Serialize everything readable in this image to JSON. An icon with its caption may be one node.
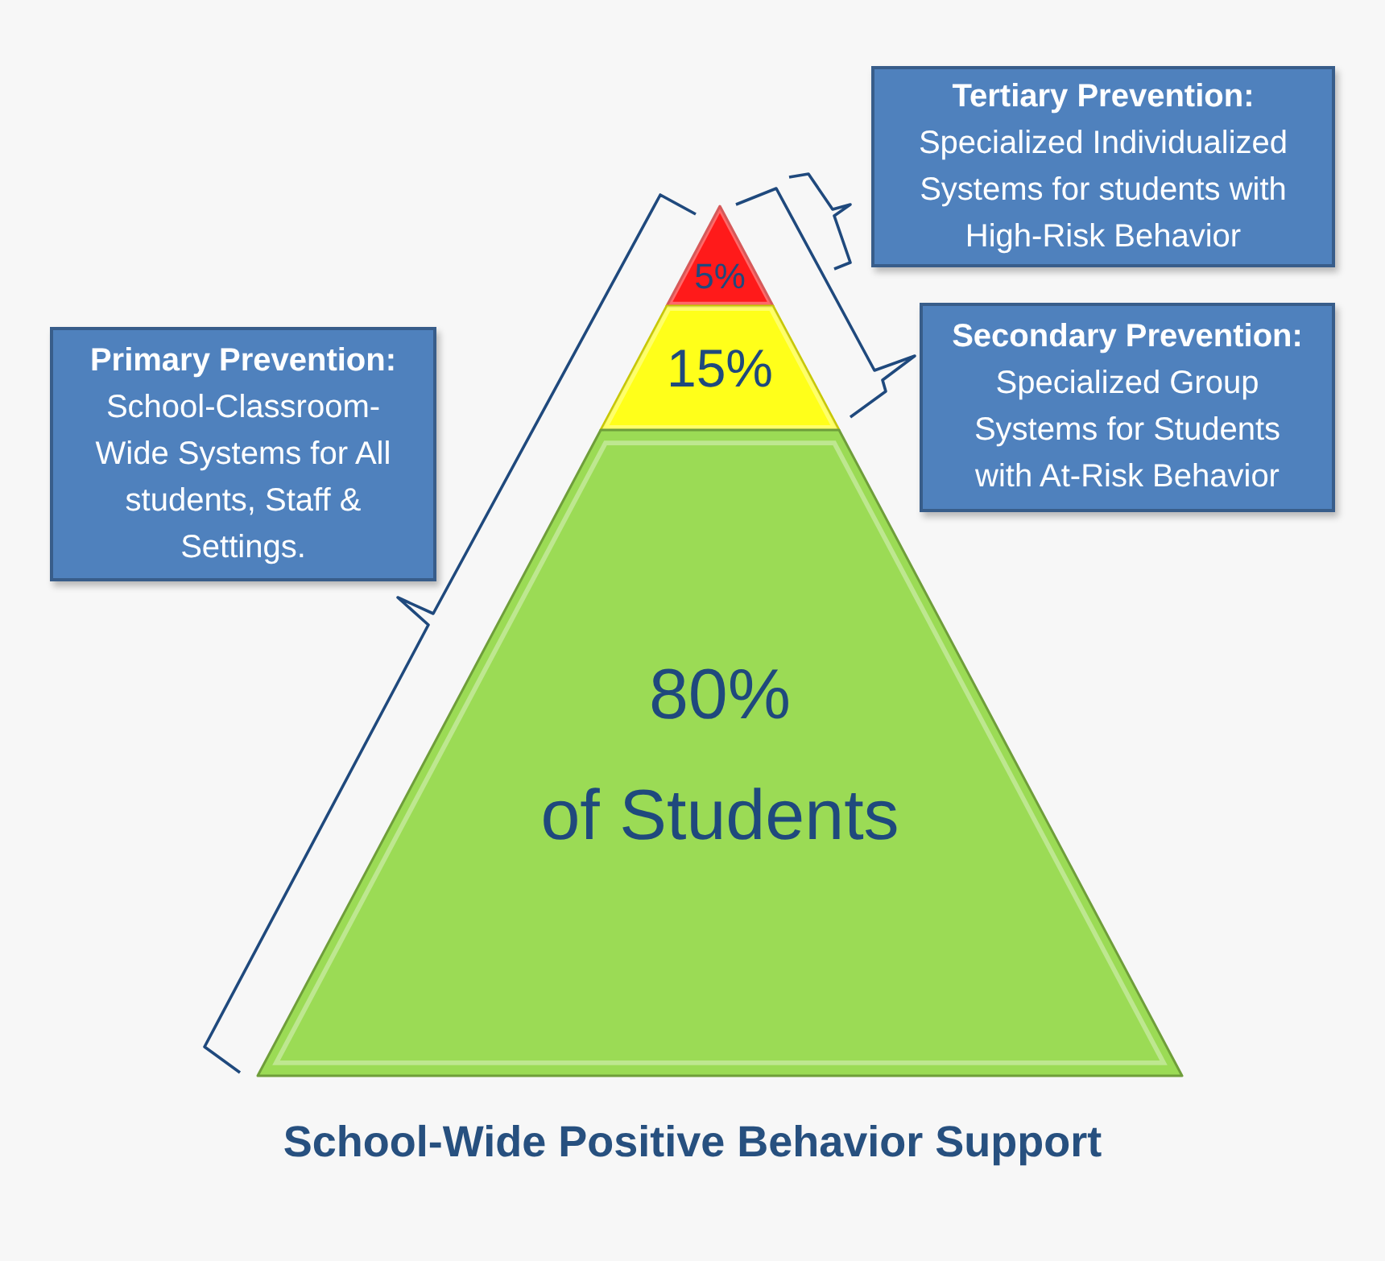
{
  "diagram": {
    "title": "School-Wide Positive Behavior Support",
    "nodes": [
      {
        "text": [
          "Tertiary Prevention:",
          "Specialized Individualized Systems for students with High-Risk Behavior"
        ]
      },
      {
        "text": [
          "5%"
        ]
      },
      {
        "text": [
          "15%"
        ]
      },
      {
        "text": [
          "Secondary Prevention:",
          "Specialized Group Systems for Students with At-Risk Behavior"
        ]
      },
      {
        "text": [
          "Primary Prevention:",
          "School-Classroom-Wide Systems for All students, Staff & Settings."
        ]
      },
      {
        "text": [
          "80%",
          "of Students"
        ]
      }
    ]
  }
}
